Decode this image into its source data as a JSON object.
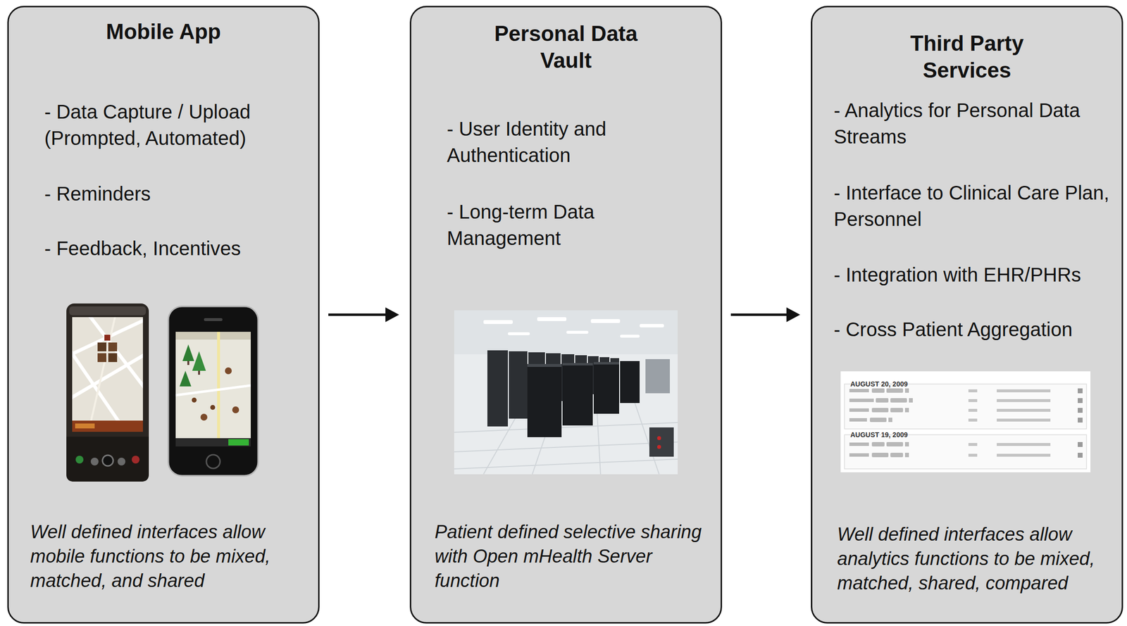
{
  "diagram": {
    "nodes": [
      {
        "text": [
          "Mobile App",
          "- Data Capture / Upload (Prompted, Automated)",
          "- Reminders",
          "- Feedback, Incentives",
          "Well defined interfaces allow mobile functions to be mixed, matched, and shared"
        ]
      },
      {
        "text": [
          "Personal Data Vault",
          "- User Identity and Authentication",
          "- Long-term Data Management",
          "Patient defined selective sharing with Open mHealth Server function"
        ]
      },
      {
        "text": [
          "Third Party Services",
          "- Analytics for Personal Data Streams",
          "- Interface to Clinical Care Plan, Personnel",
          "- Integration with EHR/PHRs",
          "- Cross Patient Aggregation",
          "Well defined interfaces allow analytics functions to be mixed, matched, shared, compared"
        ]
      }
    ],
    "edges": [
      {
        "from": 0,
        "to": 1,
        "arrow": "to"
      },
      {
        "from": 1,
        "to": 2,
        "arrow": "to"
      }
    ],
    "labels": [
      "AUGUST 20, 2009",
      "AUGUST 19, 2009"
    ]
  }
}
